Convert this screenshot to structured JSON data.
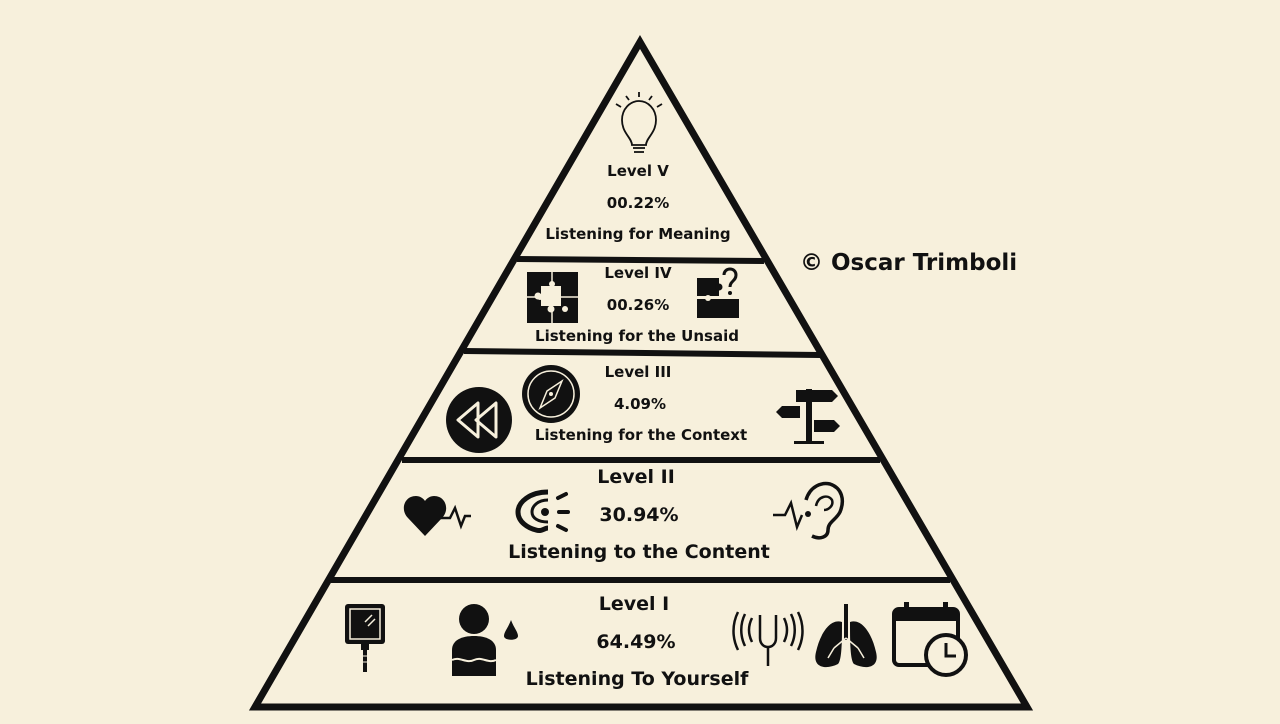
{
  "copyright": "© Oscar Trimboli",
  "levels": [
    {
      "level": "Level V",
      "percent": "00.22%",
      "title": "Listening for Meaning",
      "icons": [
        "lightbulb-icon"
      ]
    },
    {
      "level": "Level IV",
      "percent": "00.26%",
      "title": "Listening for the Unsaid",
      "icons": [
        "puzzle-icon",
        "puzzle-question-icon"
      ]
    },
    {
      "level": "Level III",
      "percent": "4.09%",
      "title": "Listening for the Context",
      "icons": [
        "rewind-icon",
        "compass-icon",
        "signpost-icon"
      ]
    },
    {
      "level": "Level II",
      "percent": "30.94%",
      "title": "Listening to the Content",
      "icons": [
        "heartbeat-icon",
        "speaking-ear-icon",
        "ear-pulse-icon"
      ]
    },
    {
      "level": "Level I",
      "percent": "64.49%",
      "title": "Listening To Yourself",
      "icons": [
        "mirror-icon",
        "person-sweat-icon",
        "tuning-fork-icon",
        "lungs-icon",
        "calendar-clock-icon"
      ]
    }
  ],
  "colors": {
    "background": "#f7f0dc",
    "ink": "#111111"
  }
}
